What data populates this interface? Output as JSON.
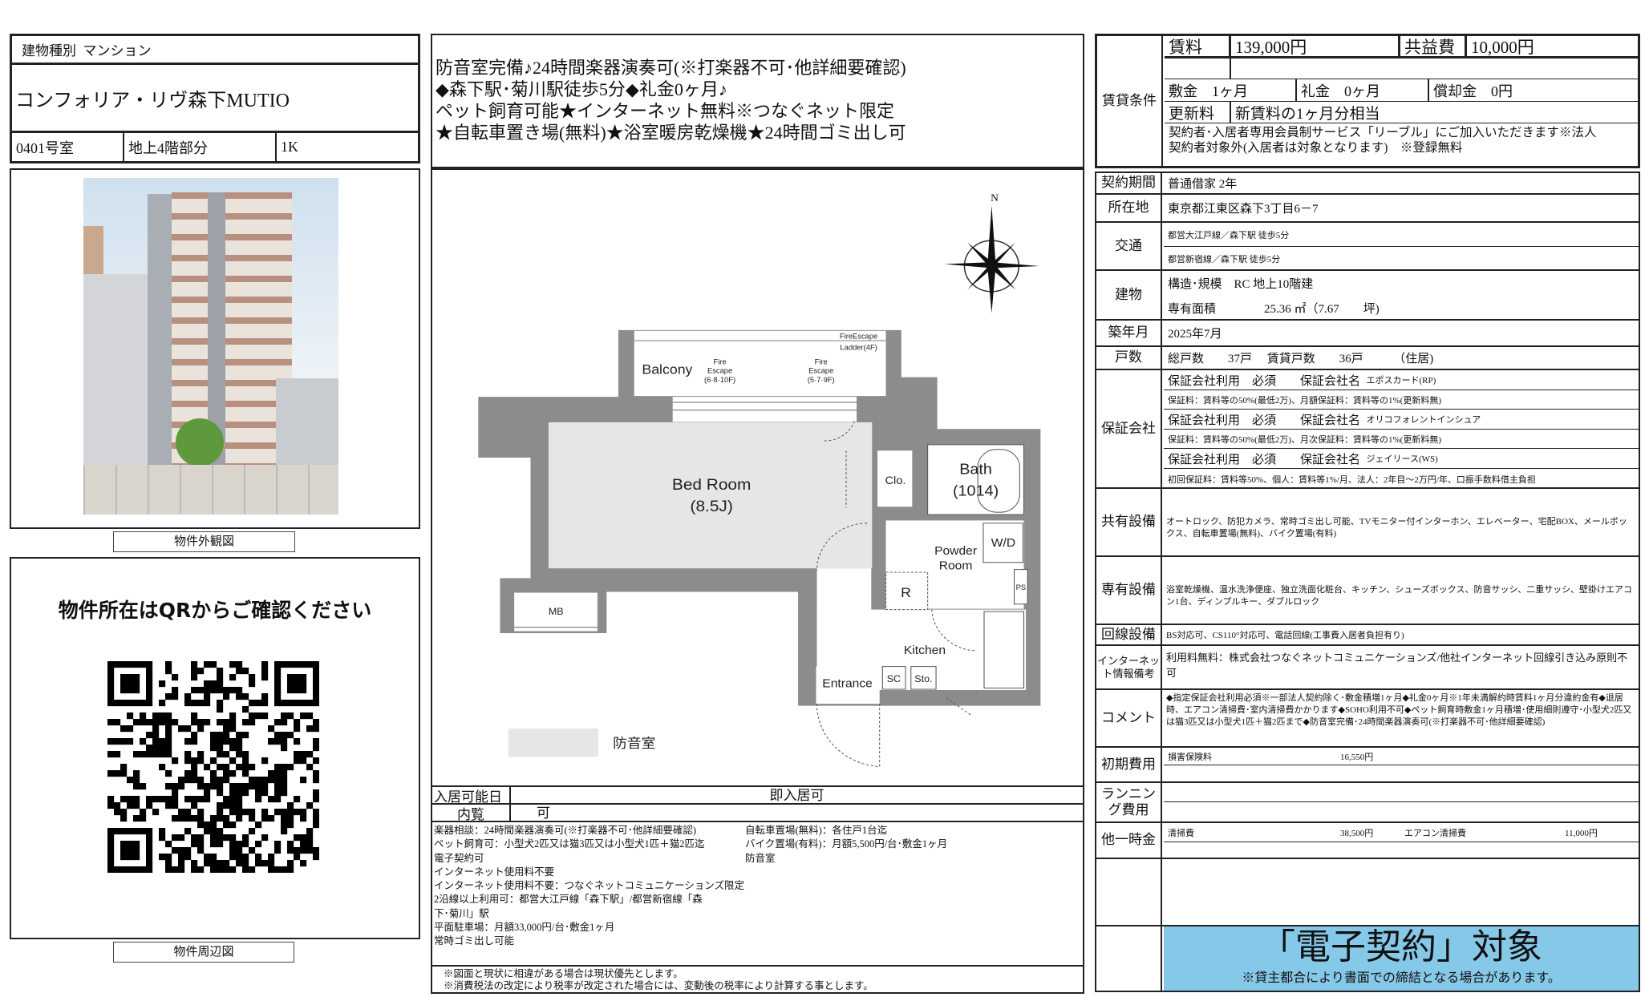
{
  "building": {
    "type_label": "建物種別",
    "type": "マンション",
    "name": "コンフォリア・リヴ森下MUTIO",
    "room": "0401号室",
    "floor": "地上4階部分",
    "layout": "1K"
  },
  "photo": {
    "caption": "物件外観図"
  },
  "map": {
    "heading": "物件所在はQRからご確認ください",
    "caption": "物件周辺図"
  },
  "headline": [
    "防音室完備♪24時間楽器演奏可(※打楽器不可･他詳細要確認)",
    "◆森下駅･菊川駅徒歩5分◆礼金0ヶ月♪",
    "ペット飼育可能★インターネット無料※つなぐネット限定",
    "★自転車置き場(無料)★浴室暖房乾燥機★24時間ゴミ出し可"
  ],
  "floorplan": {
    "rooms": {
      "balcony": "Balcony",
      "fire1": [
        "Fire",
        "Escape",
        "(6·8·10F)"
      ],
      "fire2": [
        "Fire",
        "Escape",
        "(5·7·9F)"
      ],
      "ladder": [
        "FireEscape",
        "Ladder(4F)"
      ],
      "bedroom": "Bed Room",
      "bedroom_size": "(8.5J)",
      "clo": "Clo.",
      "bath": "Bath",
      "bath_size": "(1014)",
      "wd": "W/D",
      "powder": [
        "Powder",
        "Room"
      ],
      "r": "R",
      "ps": "PS",
      "mb": "MB",
      "kitchen": "Kitchen",
      "entrance": "Entrance",
      "sc": "SC",
      "sto": "Sto."
    },
    "compass": "N",
    "legend": "防音室",
    "soundproof_color": "#e6e6e6"
  },
  "info": {
    "move_in_label": "入居可能日",
    "move_in": "即入居可",
    "viewing_label": "内覧",
    "viewing": "可",
    "notes_left": [
      "楽器相談：24時間楽器演奏可(※打楽器不可･他詳細要確認)",
      "ペット飼育可：小型犬2匹又は猫3匹又は小型犬1匹＋猫2匹迄",
      "電子契約可",
      "インターネット使用料不要",
      "インターネット使用料不要：つなぐネットコミュニケーションズ限定",
      "2沿線以上利用可：都営大江戸線「森下駅」/都営新宿線「森",
      "下･菊川」駅",
      "平面駐車場：月額33,000円/台･敷金1ヶ月",
      "常時ゴミ出し可能"
    ],
    "notes_right": [
      "自転車置場(無料)：各住戸1台迄",
      "バイク置場(有料)：月額5,500円/台･敷金1ヶ月",
      "防音室"
    ],
    "disclaimers": [
      "※図面と現状に相違がある場合は現状優先とします。",
      "※消費税法の改定により税率が改定された場合には、変動後の税率により計算する事とします。"
    ]
  },
  "rent": {
    "section_label": "賃貸条件",
    "rent_label": "賃料",
    "rent": "139,000円",
    "fee_label": "共益費",
    "fee": "10,000円",
    "deposit_label": "敷金",
    "deposit": "1ヶ月",
    "key_money_label": "礼金",
    "key_money": "0ヶ月",
    "amort_label": "償却金",
    "amort": "0円",
    "renewal_label": "更新料",
    "renewal": "新賃料の1ヶ月分相当",
    "note": [
      "契約者･入居者専用会員制サービス「リーブル」にご加入いただきます※法人",
      "契約者対象外(入居者は対象となります)　※登録無料"
    ]
  },
  "details": {
    "term_label": "契約期間",
    "term": "普通借家 2年",
    "address_label": "所在地",
    "address": "東京都江東区森下3丁目6－7",
    "transport_label": "交通",
    "transport": [
      "都営大江戸線／森下駅 徒歩5分",
      "都営新宿線／森下駅 徒歩5分"
    ],
    "building_label": "建物",
    "structure": "構造･規模　RC 地上10階建",
    "area_label": "専有面積",
    "area": "25.36 ㎡（7.67　　坪)",
    "built_label": "築年月",
    "built": "2025年7月",
    "units_label": "戸数",
    "units": "総戸数　　37戸　 賃貸戸数　　36戸　　　（住居)",
    "guarantor_label": "保証会社",
    "guarantors": [
      {
        "use": "保証会社利用　必須　　保証会社名",
        "name": "エポスカード(RP)",
        "terms": "保証料：賃料等の50%(最低2万)、月額保証料：賃料等の1%(更新料無)"
      },
      {
        "use": "保証会社利用　必須　　保証会社名",
        "name": "オリコフォレントインシュア",
        "terms": "保証料：賃料等の50%(最低2万)、月次保証料：賃料等の1%(更新料無)"
      },
      {
        "use": "保証会社利用　必須　　保証会社名",
        "name": "ジェイリース(WS)",
        "terms": "初回保証料：賃料等50%、個人：賃料等1%/月、法人：2年目～2万円/年、口振手数料借主負担"
      }
    ],
    "shared_label": "共有設備",
    "shared": "オートロック、防犯カメラ、常時ゴミ出し可能、TVモニター付インターホン、エレベーター、宅配BOX、メールボックス、自転車置場(無料)、バイク置場(有料)",
    "private_label": "専有設備",
    "private": "浴室乾燥機、温水洗浄便座、独立洗面化粧台、キッチン、シューズボックス、防音サッシ、二重サッシ、壁掛けエアコン1台、ディンプルキー、ダブルロック",
    "line_label": "回線設備",
    "line": "BS対応可、CS110°対応可、電話回線(工事費入居者負担有り)",
    "internet_label": "インターネット情報備考",
    "internet": "利用料無料：株式会社つなぐネットコミュニケーションズ/他社インターネット回線引き込み原則不可",
    "comment_label": "コメント",
    "comment": "◆指定保証会社利用必須※一部法人契約除く･敷金積増1ヶ月◆礼金0ヶ月※1年未満解約時賃料1ヶ月分違約金有◆退居時、エアコン清掃費･室内清掃費かかります◆SOHO利用不可◆ペット飼育時敷金1ヶ月積増･使用細則遵守･小型犬2匹又は猫3匹又は小型犬1匹＋猫2匹まで◆防音室完備･24時間楽器演奏可(※打楽器不可･他詳細要確認)",
    "initial_label": "初期費用",
    "initial_item": "損害保険料",
    "initial_amount": "16,550円",
    "running_label": "ランニング費用",
    "onetime_label": "他一時金",
    "cleaning_label": "清掃費",
    "cleaning": "38,500円",
    "ac_label": "エアコン清掃費",
    "ac": "11,000円",
    "econtract": "「電子契約」対象",
    "econtract_note": "※貸主都合により書面での締結となる場合があります。",
    "econtract_color": "#86c8e8"
  }
}
